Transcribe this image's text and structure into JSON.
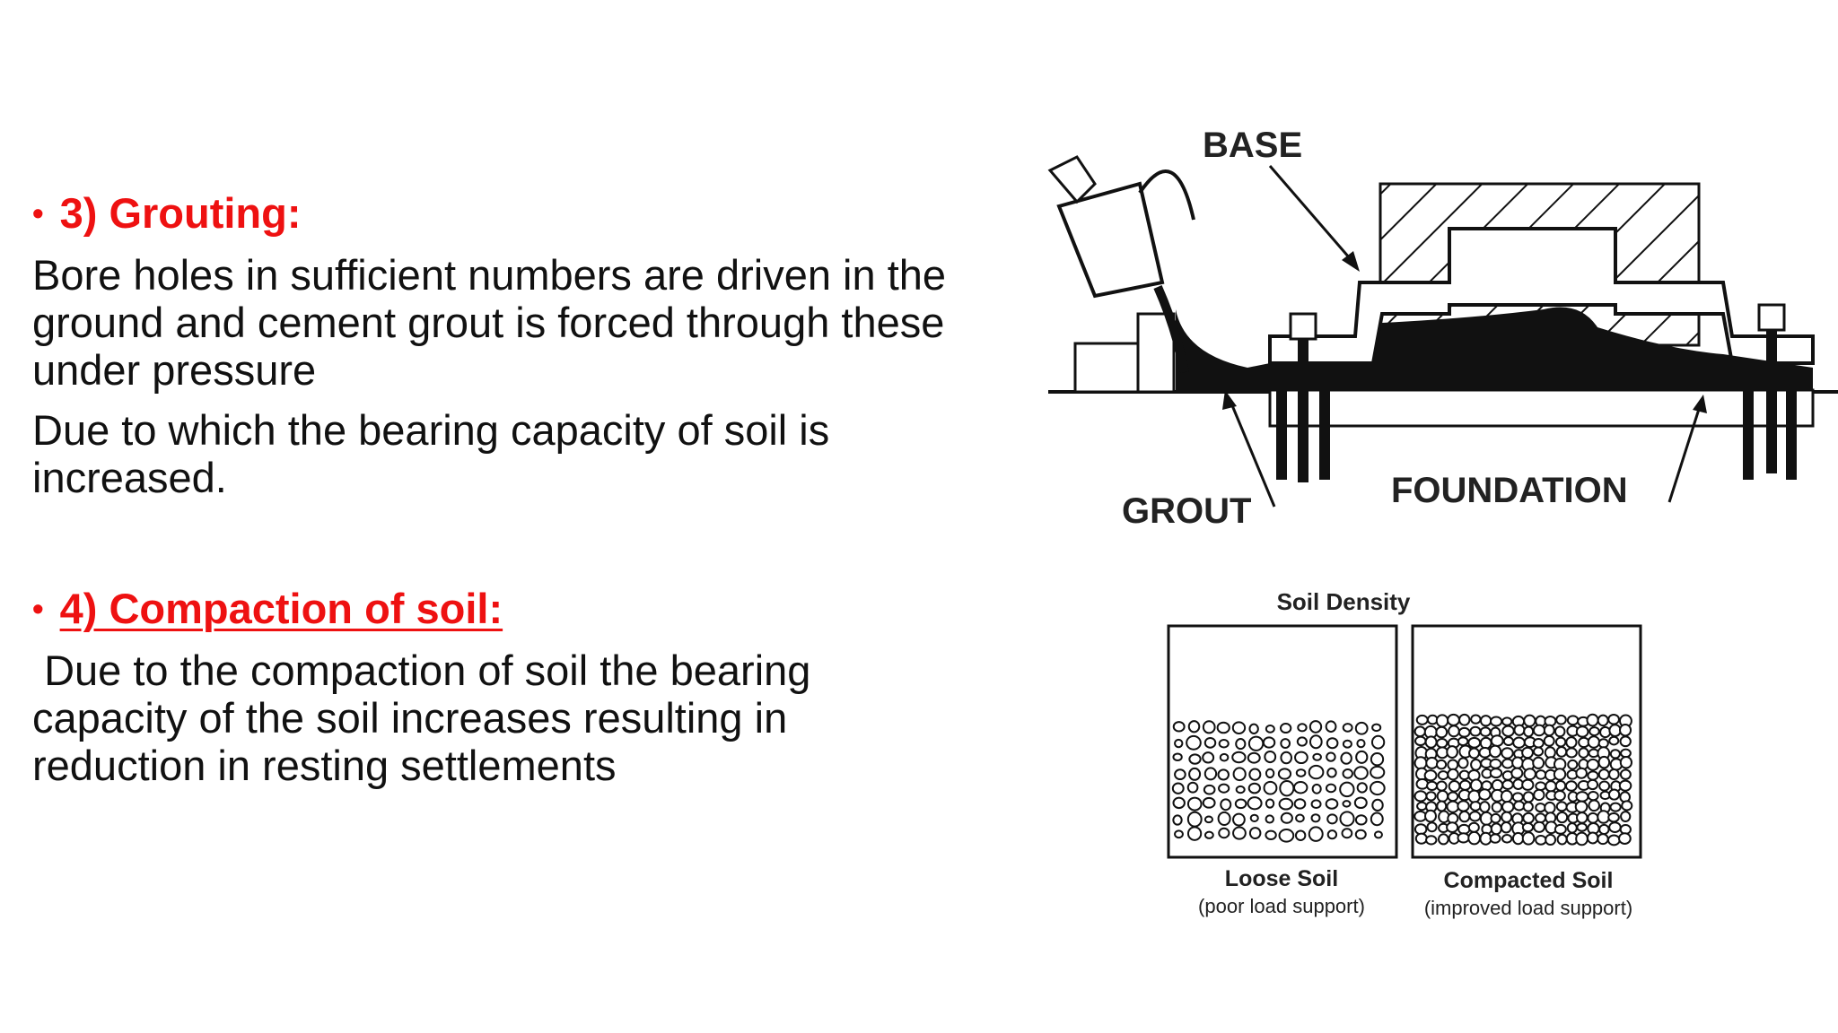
{
  "sections": [
    {
      "heading": "3) Grouting:",
      "paragraphs": [
        "Bore holes in sufficient numbers are driven in the ground and cement grout is forced through these under pressure",
        "Due to which the bearing capacity of soil is increased."
      ]
    },
    {
      "heading": "4) Compaction of soil:",
      "paragraphs": [
        " Due to the compaction of soil the bearing capacity of the soil increases resulting in reduction in resting settlements"
      ]
    }
  ],
  "figure_grout": {
    "labels": {
      "base": "BASE",
      "grout": "GROUT",
      "foundation": "FOUNDATION"
    }
  },
  "figure_density": {
    "title": "Soil Density",
    "loose": {
      "label": "Loose Soil",
      "sub": "(poor load support)"
    },
    "compacted": {
      "label": "Compacted Soil",
      "sub": "(improved load support)"
    }
  }
}
